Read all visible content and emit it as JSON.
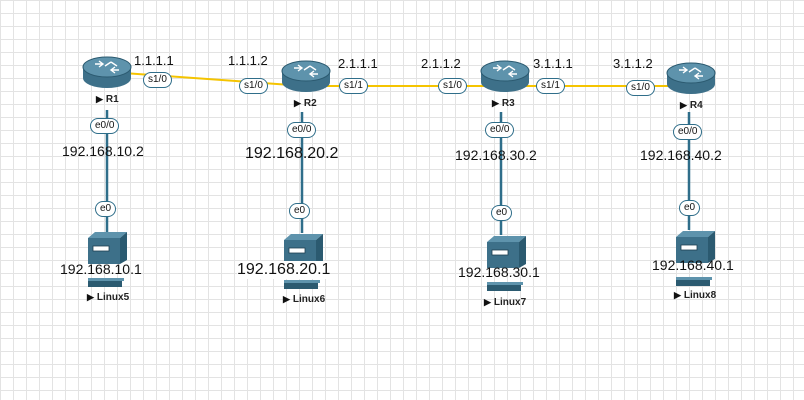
{
  "routers": [
    {
      "name": "R1",
      "icon": "router-icon"
    },
    {
      "name": "R2",
      "icon": "router-icon"
    },
    {
      "name": "R3",
      "icon": "router-icon"
    },
    {
      "name": "R4",
      "icon": "router-icon"
    }
  ],
  "hosts": [
    {
      "name": "Linux5",
      "icon": "server-icon"
    },
    {
      "name": "Linux6",
      "icon": "server-icon"
    },
    {
      "name": "Linux7",
      "icon": "server-icon"
    },
    {
      "name": "Linux8",
      "icon": "server-icon"
    }
  ],
  "serial_links": [
    {
      "left_ip": "1.1.1.1",
      "left_port": "s1/0",
      "right_ip": "1.1.1.2",
      "right_port": "s1/0"
    },
    {
      "left_ip": "2.1.1.1",
      "left_port": "s1/1",
      "right_ip": "2.1.1.2",
      "right_port": "s1/0"
    },
    {
      "left_ip": "3.1.1.1",
      "left_port": "s1/1",
      "right_ip": "3.1.1.2",
      "right_port": "s1/0"
    }
  ],
  "lan_links": [
    {
      "router_port": "e0/0",
      "router_ip": "192.168.10.2",
      "host_port": "e0",
      "host_ip": "192.168.10.1"
    },
    {
      "router_port": "e0/0",
      "router_ip": "192.168.20.2",
      "host_port": "e0",
      "host_ip": "192.168.20.1"
    },
    {
      "router_port": "e0/0",
      "router_ip": "192.168.30.2",
      "host_port": "e0",
      "host_ip": "192.168.30.1"
    },
    {
      "router_port": "e0/0",
      "router_ip": "192.168.40.2",
      "host_port": "e0",
      "host_ip": "192.168.40.1"
    }
  ],
  "colors": {
    "serial_link": "#f5c400",
    "ethernet_link": "#2f6e8a",
    "device_body": "#3d7089",
    "device_top": "#5e93ac"
  }
}
